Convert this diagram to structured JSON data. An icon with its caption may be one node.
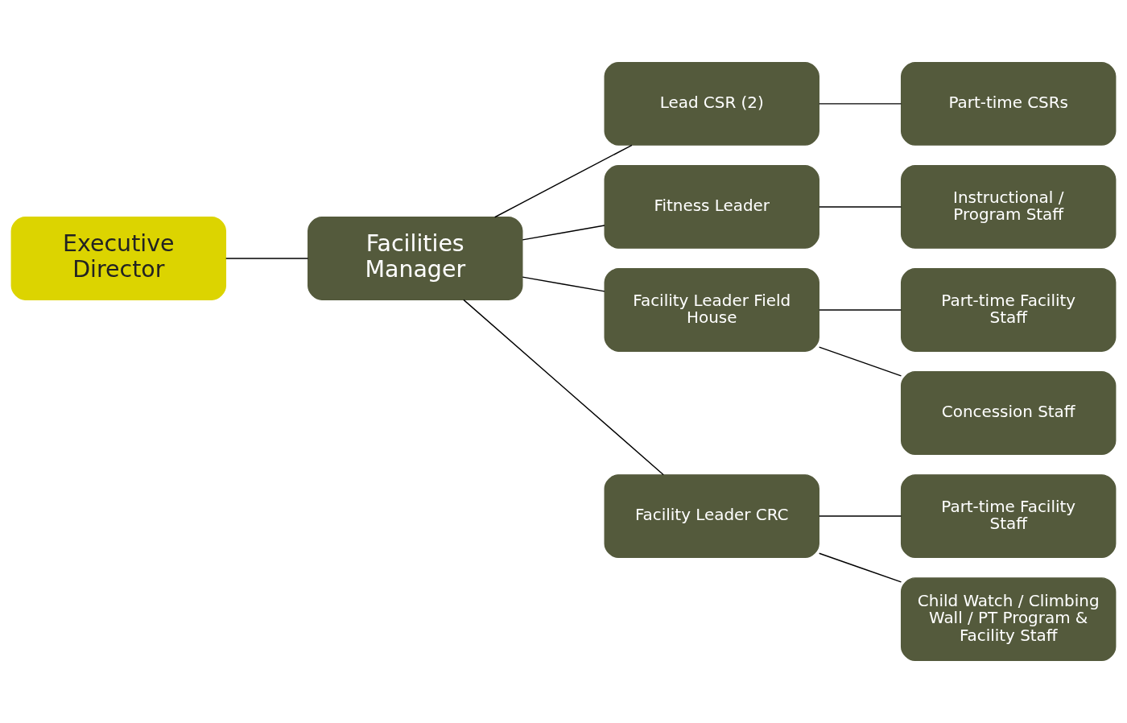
{
  "diagram": {
    "nodes": [
      {
        "text": [
          "Executive Director"
        ]
      },
      {
        "text": [
          "Facilities Manager"
        ]
      },
      {
        "text": [
          "Lead CSR (2)"
        ]
      },
      {
        "text": [
          "Fitness Leader"
        ]
      },
      {
        "text": [
          "Facility Leader Field House"
        ]
      },
      {
        "text": [
          "Facility Leader CRC"
        ]
      },
      {
        "text": [
          "Part-time CSRs"
        ]
      },
      {
        "text": [
          "Instructional / Program Staff"
        ]
      },
      {
        "text": [
          "Part-time Facility Staff"
        ]
      },
      {
        "text": [
          "Concession Staff"
        ]
      },
      {
        "text": [
          "Part-time Facility Staff"
        ]
      },
      {
        "text": [
          "Child Watch / Climbing Wall / PT Program & Facility Staff"
        ]
      }
    ],
    "edges": [
      {
        "from": 0,
        "to": 1,
        "arrow": "none"
      },
      {
        "from": 1,
        "to": 2,
        "arrow": "none"
      },
      {
        "from": 1,
        "to": 3,
        "arrow": "none"
      },
      {
        "from": 1,
        "to": 4,
        "arrow": "none"
      },
      {
        "from": 1,
        "to": 5,
        "arrow": "none"
      },
      {
        "from": 2,
        "to": 6,
        "arrow": "none"
      },
      {
        "from": 3,
        "to": 7,
        "arrow": "none"
      },
      {
        "from": 4,
        "to": 8,
        "arrow": "none"
      },
      {
        "from": 4,
        "to": 9,
        "arrow": "none"
      },
      {
        "from": 5,
        "to": 10,
        "arrow": "none"
      },
      {
        "from": 5,
        "to": 11,
        "arrow": "none"
      }
    ]
  }
}
